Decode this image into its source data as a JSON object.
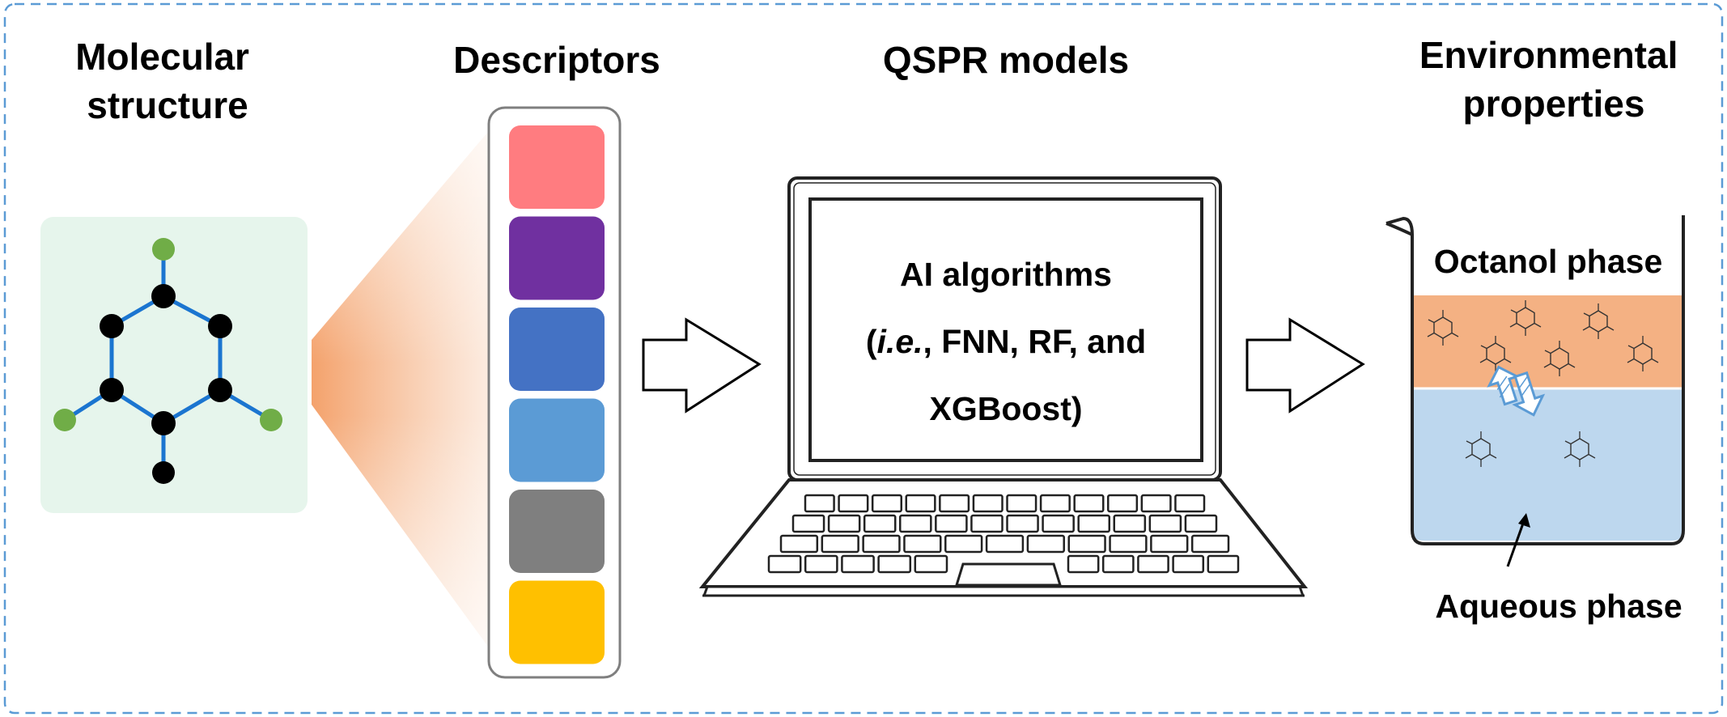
{
  "titles": {
    "molecular": "Molecular\nstructure",
    "descriptors": "Descriptors",
    "qspr": "QSPR models",
    "environmental": "Environmental\nproperties"
  },
  "screen": {
    "line1": "AI algorithms",
    "line2_italic": "i.e.",
    "line2_rest": ", FNN, RF, and",
    "line3": "XGBoost)"
  },
  "beaker": {
    "octanol_label": "Octanol phase",
    "aqueous_label": "Aqueous phase"
  },
  "descriptor_colors": [
    "#ff7c80",
    "#7030a0",
    "#4472c4",
    "#5b9bd5",
    "#7f7f7f",
    "#ffc000"
  ],
  "colors": {
    "border_dash": "#5b9bd5",
    "molecule_bg": "#e6f5ec",
    "bond": "#1b75d0",
    "atom_dark": "#000000",
    "atom_green": "#70ad47",
    "funnel": "#f4b183",
    "octanol": "#f4b183",
    "aqueous": "#bdd7ee",
    "exchange_arrow": "#5b9bd5"
  },
  "icons": [
    "hexagon-molecule-icon",
    "descriptor-bar-icon",
    "block-arrow-icon",
    "laptop-icon",
    "beaker-icon",
    "exchange-arrows-icon",
    "mini-molecule-icon"
  ]
}
